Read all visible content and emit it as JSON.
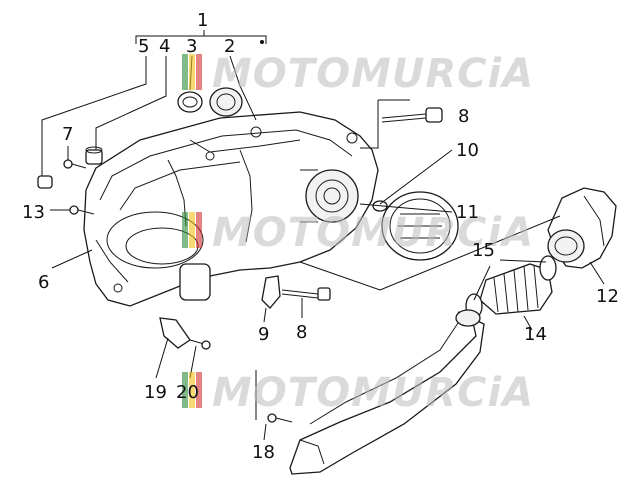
{
  "callouts": [
    {
      "id": "c1",
      "text": "1"
    },
    {
      "id": "c2",
      "text": "2"
    },
    {
      "id": "c3",
      "text": "3"
    },
    {
      "id": "c4",
      "text": "4"
    },
    {
      "id": "c5",
      "text": "5"
    },
    {
      "id": "c6",
      "text": "6"
    },
    {
      "id": "c7",
      "text": "7"
    },
    {
      "id": "c8a",
      "text": "8"
    },
    {
      "id": "c8b",
      "text": "8"
    },
    {
      "id": "c9",
      "text": "9"
    },
    {
      "id": "c10",
      "text": "10"
    },
    {
      "id": "c11",
      "text": "11"
    },
    {
      "id": "c12",
      "text": "12"
    },
    {
      "id": "c13",
      "text": "13"
    },
    {
      "id": "c14",
      "text": "14"
    },
    {
      "id": "c15",
      "text": "15"
    },
    {
      "id": "c18",
      "text": "18"
    },
    {
      "id": "c19",
      "text": "19"
    },
    {
      "id": "c20",
      "text": "20"
    }
  ],
  "watermark": {
    "text": "MOTOMURCiA",
    "colors": [
      "#2e8b3a",
      "#f2c21b",
      "#d32f2f"
    ]
  }
}
